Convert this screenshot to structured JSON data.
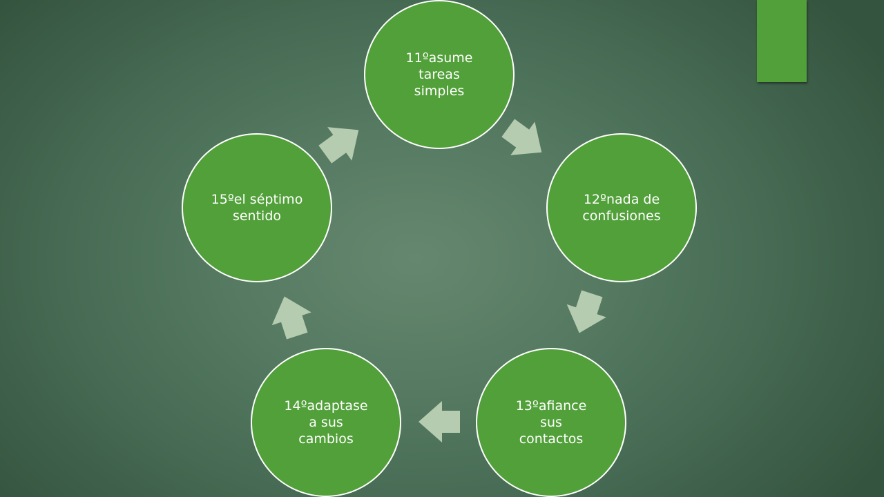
{
  "colors": {
    "node_fill": "#52a03a",
    "node_border": "#ffffff",
    "arrow_fill": "#b5ccb0",
    "corner_bar": "#52a03a",
    "text": "#ffffff"
  },
  "cycle": {
    "nodes": [
      {
        "label": "11ºasume\ntareas\nsimples"
      },
      {
        "label": "12ºnada de\nconfusiones"
      },
      {
        "label": "13ºafiance\nsus\ncontactos"
      },
      {
        "label": "14ºadaptase\na sus\ncambios"
      },
      {
        "label": "15ºel séptimo\nsentido"
      }
    ],
    "arrow_shape": "right-arrow-icon"
  }
}
